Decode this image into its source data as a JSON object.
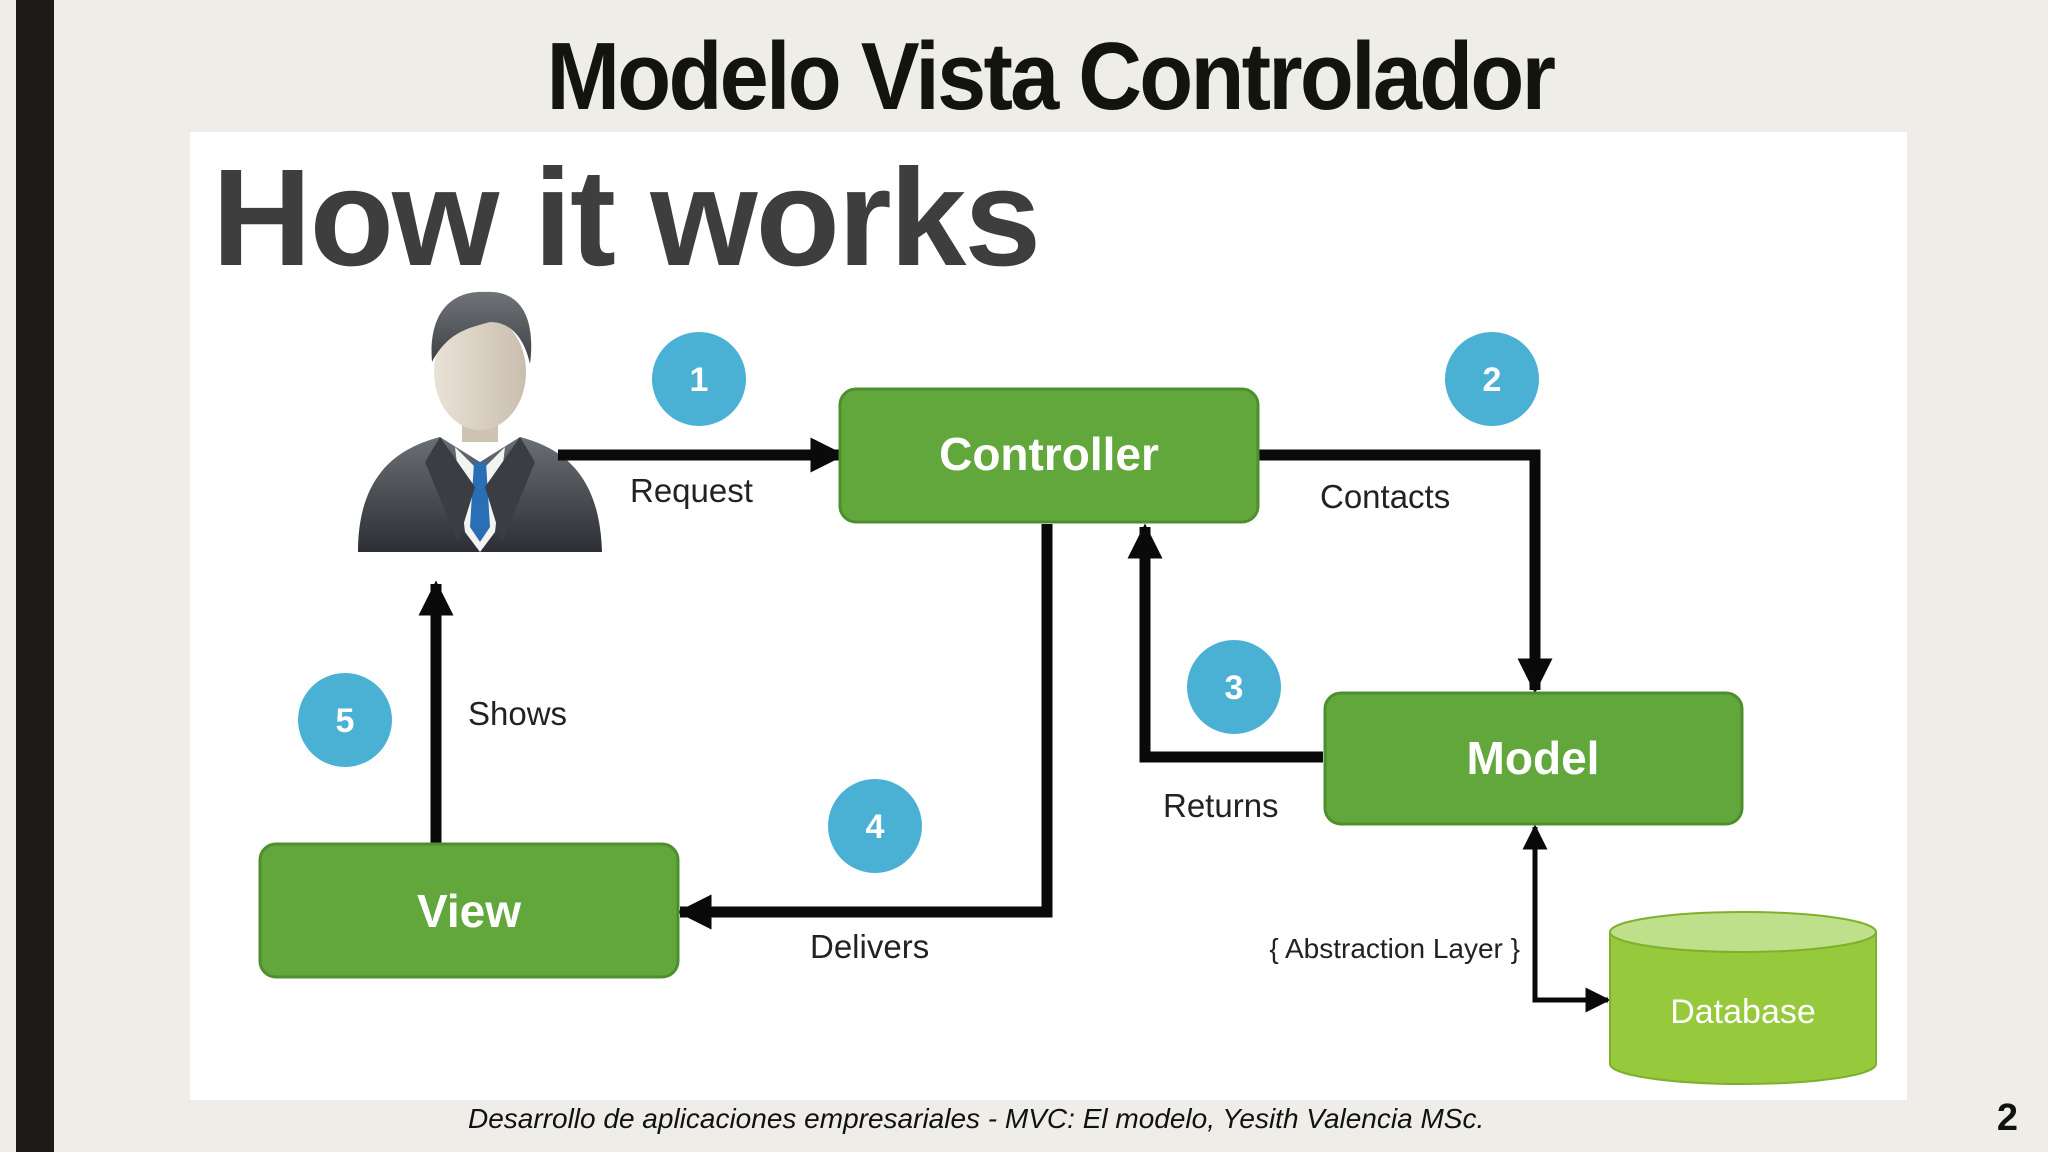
{
  "slide": {
    "title": "Modelo Vista Controlador",
    "footer": "Desarrollo de aplicaciones empresariales - MVC: El modelo, Yesith Valencia MSc.",
    "page_number": "2"
  },
  "diagram": {
    "heading": "How it works",
    "nodes": {
      "controller": "Controller",
      "model": "Model",
      "view": "View",
      "database": "Database"
    },
    "steps": {
      "s1": {
        "number": "1",
        "label": "Request"
      },
      "s2": {
        "number": "2",
        "label": "Contacts"
      },
      "s3": {
        "number": "3",
        "label": "Returns"
      },
      "s4": {
        "number": "4",
        "label": "Delivers"
      },
      "s5": {
        "number": "5",
        "label": "Shows"
      }
    },
    "abstraction_label": "{ Abstraction Layer }",
    "colors": {
      "box_green": "#62a73b",
      "box_border": "#4e8f2d",
      "database_green": "#97c93c",
      "database_top": "#bfe08a",
      "step_blue": "#4bb1d4",
      "arrow": "#0a0a0a",
      "heading_gray": "#3e3e3e"
    },
    "icons": {
      "user": "businessman-user-icon"
    }
  }
}
